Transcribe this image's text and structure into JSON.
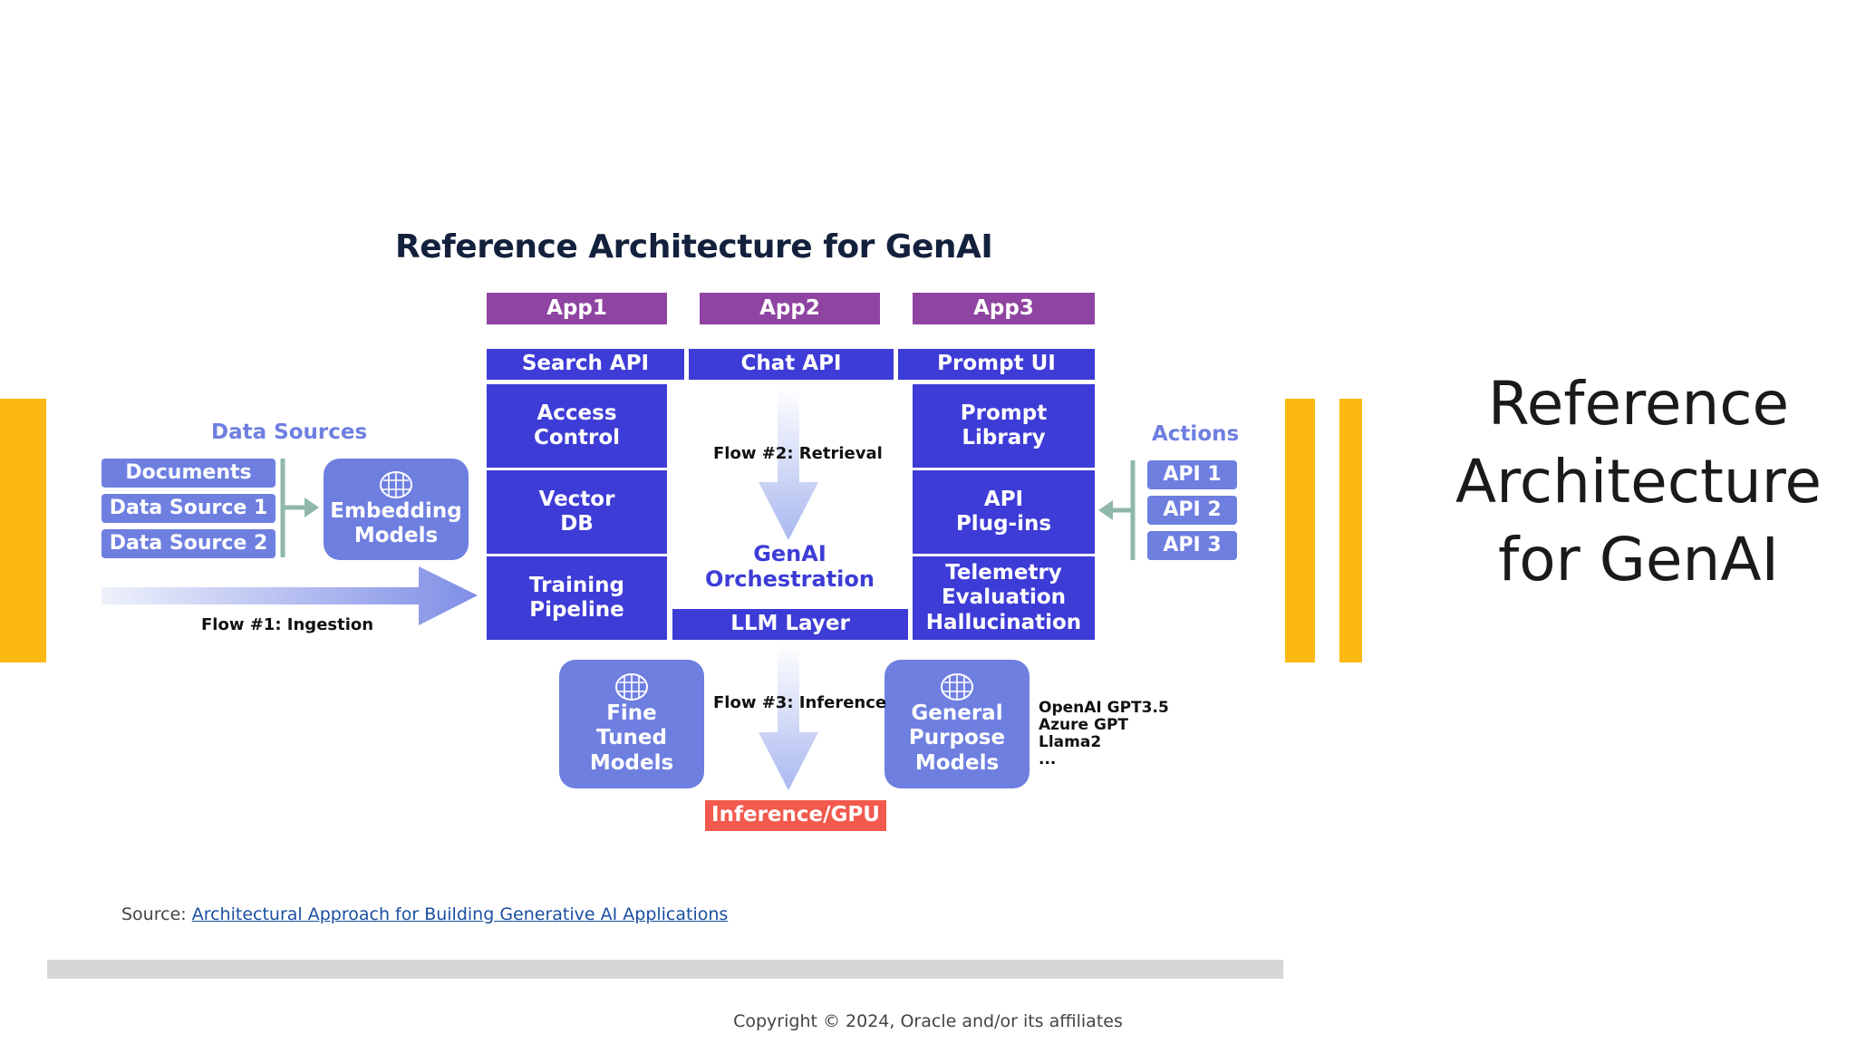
{
  "slide": {
    "side_title_lines": [
      "Reference",
      "Architecture",
      "for GenAI"
    ],
    "source_prefix": "Source:",
    "source_link": "Architectural Approach for Building Generative AI Applications",
    "copyright": "Copyright © 2024, Oracle and/or its affiliates",
    "colors": {
      "accent_yellow": "#FDB913",
      "app_purple": "#8E44A0",
      "core_blue": "#3D3CD6",
      "light_blue": "#6E7FE0",
      "gpu_red": "#F25A4E"
    }
  },
  "diagram": {
    "title": "Reference Architecture for GenAI",
    "apps": [
      "App1",
      "App2",
      "App3"
    ],
    "apis": [
      "Search API",
      "Chat API",
      "Prompt UI"
    ],
    "left_column": [
      [
        "Access",
        "Control"
      ],
      [
        "Vector",
        "DB"
      ],
      [
        "Training",
        "Pipeline"
      ]
    ],
    "right_column": [
      [
        "Prompt",
        "Library"
      ],
      [
        "API",
        "Plug-ins"
      ],
      [
        "Telemetry",
        "Evaluation",
        "Hallucination"
      ]
    ],
    "center": {
      "flow2": "Flow #2: Retrieval",
      "orchestration": [
        "GenAI",
        "Orchestration"
      ],
      "llm_layer": "LLM Layer"
    },
    "data_sources": {
      "heading": "Data Sources",
      "items": [
        "Documents",
        "Data Source 1",
        "Data Source 2"
      ],
      "embedding": [
        "Embedding",
        "Models"
      ],
      "flow1": "Flow #1: Ingestion"
    },
    "actions": {
      "heading": "Actions",
      "items": [
        "API 1",
        "API 2",
        "API 3"
      ]
    },
    "bottom": {
      "fine_tuned": [
        "Fine",
        "Tuned",
        "Models"
      ],
      "general": [
        "General",
        "Purpose",
        "Models"
      ],
      "flow3": "Flow #3: Inference",
      "gpu": "Inference/GPU",
      "models_list": [
        "OpenAI GPT3.5",
        "Azure GPT",
        "Llama2",
        "..."
      ]
    }
  }
}
